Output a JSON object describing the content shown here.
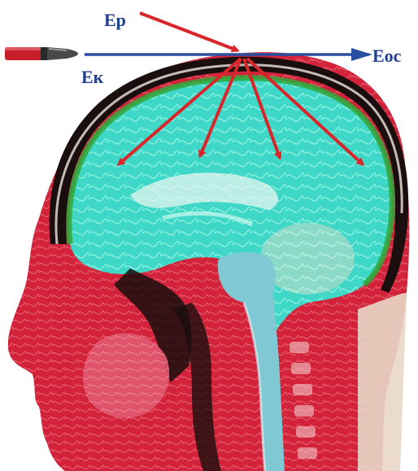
{
  "labels": {
    "ep": "Ep",
    "ek": "Eк",
    "eoc": "Eoc"
  },
  "colors": {
    "label": "#1f3f8c",
    "trajectory": "#2a4fa0",
    "impact_arrows": "#d8262a",
    "brain": "#3fd8c8",
    "tissue": "#d2233a",
    "skull": "#1a0e0e"
  },
  "icons": {
    "projectile": "bullet-icon"
  }
}
